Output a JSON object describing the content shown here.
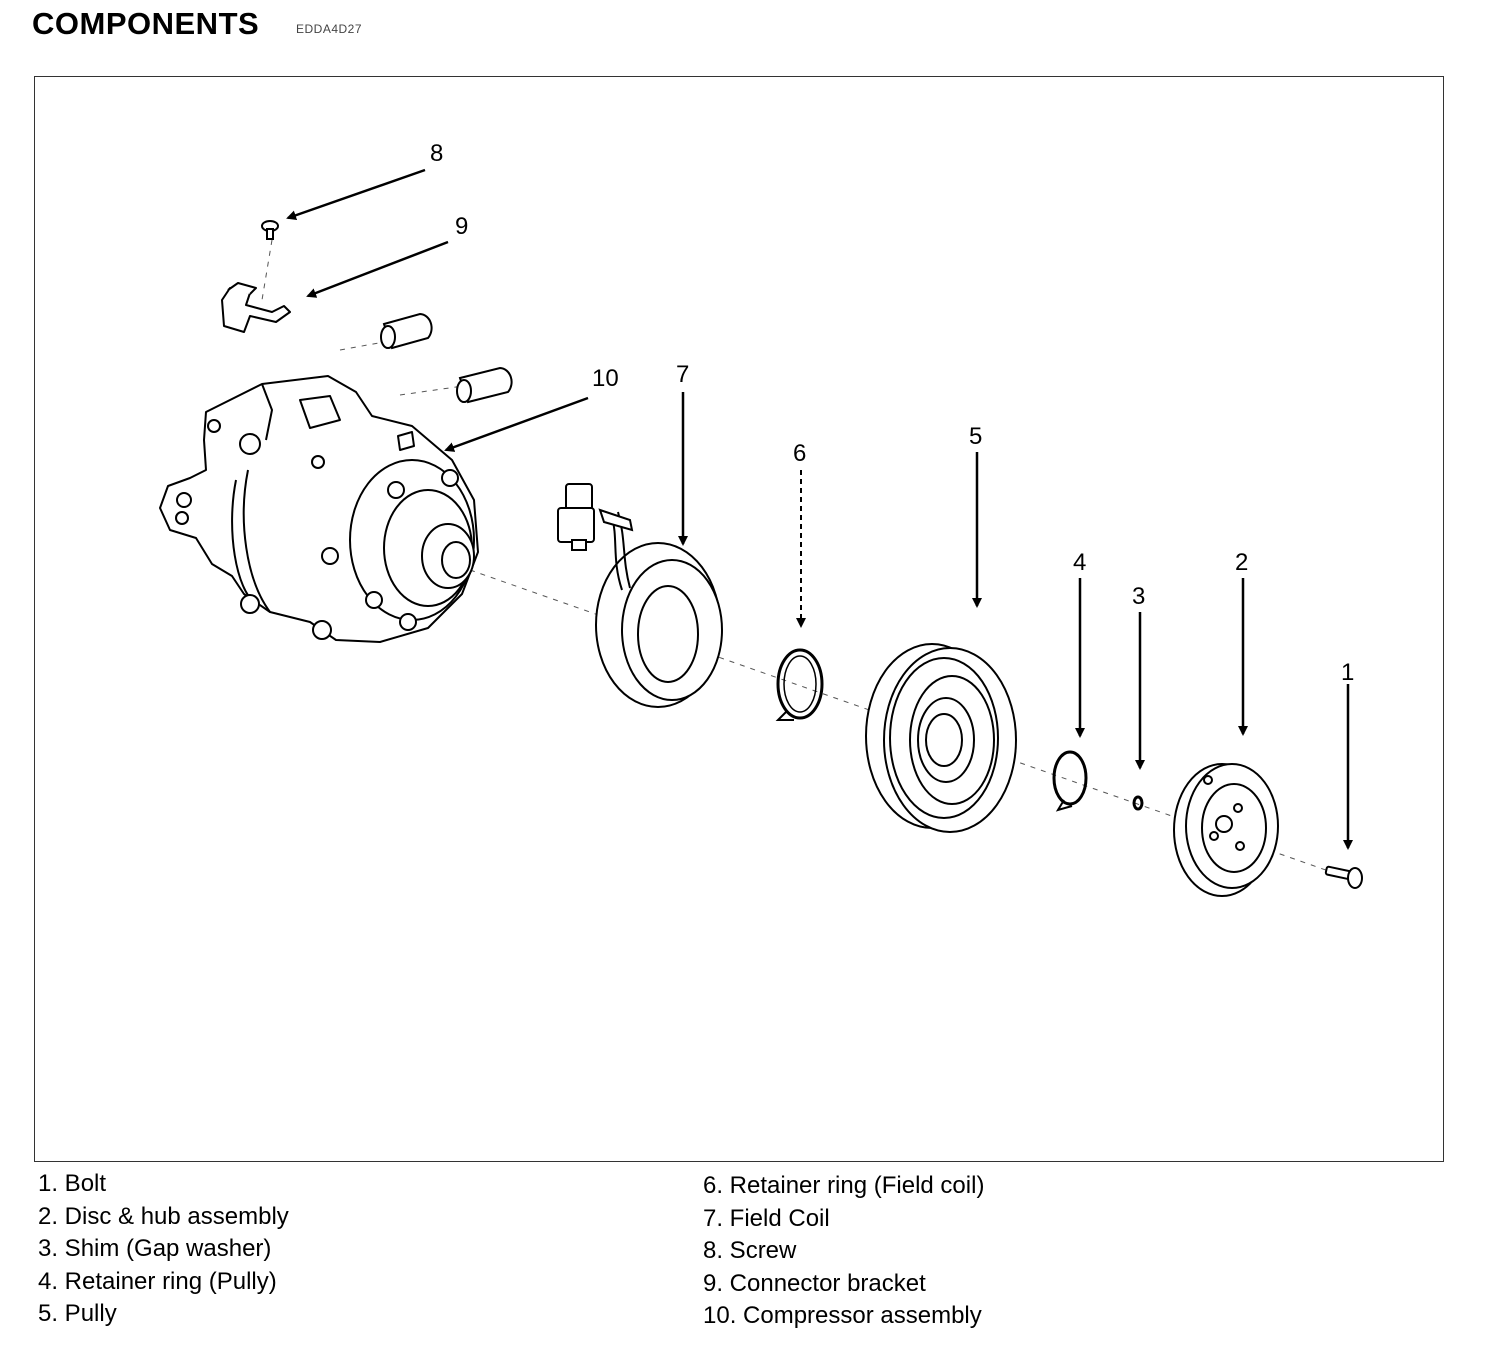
{
  "header": {
    "title": "COMPONENTS",
    "code": "EDDA4D27"
  },
  "callouts": [
    "8",
    "9",
    "10",
    "7",
    "6",
    "5",
    "4",
    "3",
    "2",
    "1"
  ],
  "legend": {
    "left": [
      "1. Bolt",
      "2. Disc & hub assembly",
      "3. Shim (Gap washer)",
      "4. Retainer ring (Pully)",
      "5. Pully"
    ],
    "right": [
      "6. Retainer ring (Field coil)",
      "7. Field Coil",
      "8. Screw",
      "9. Connector bracket",
      "10. Compressor assembly"
    ]
  }
}
